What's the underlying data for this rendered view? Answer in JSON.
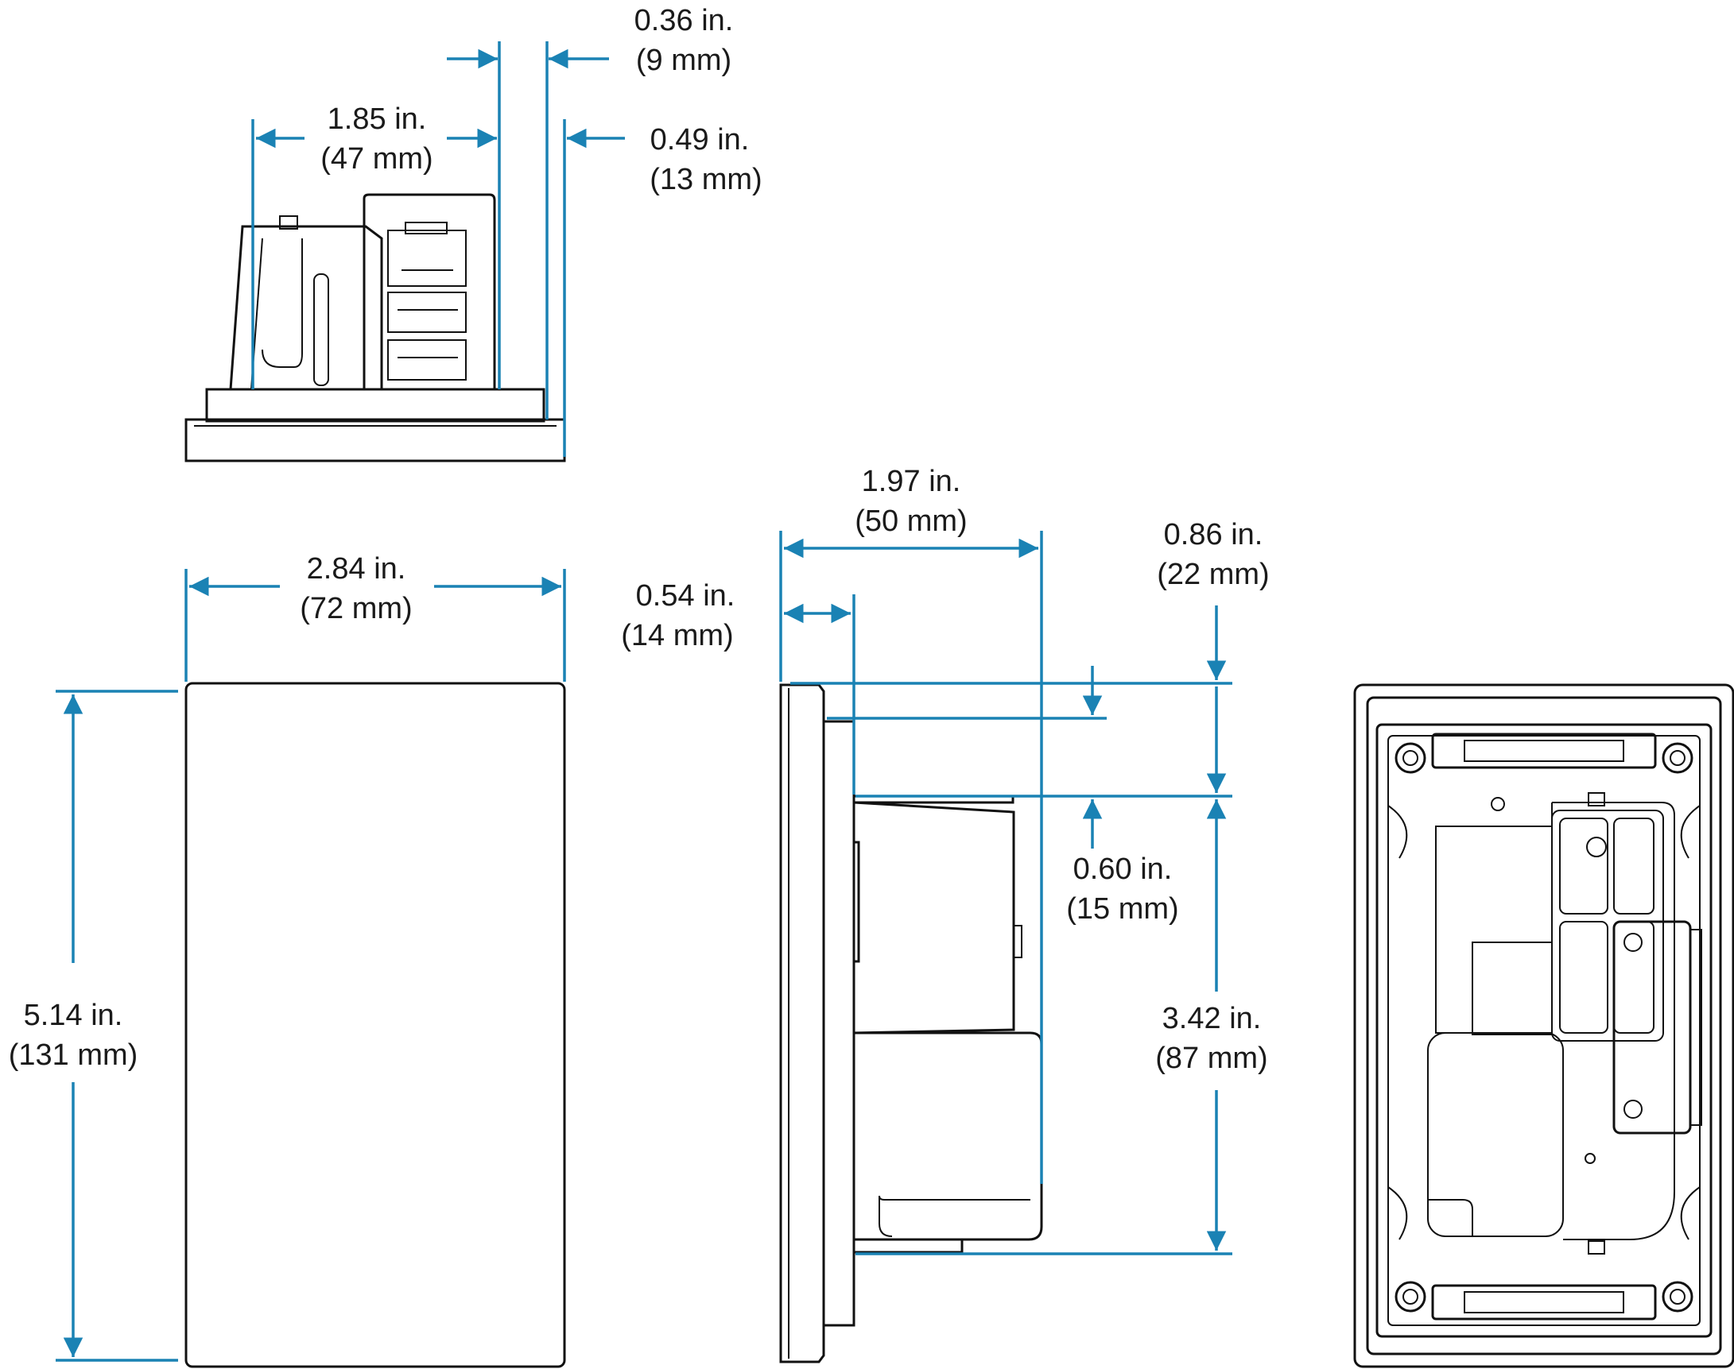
{
  "dimensions": {
    "top_depth_total": {
      "in": "0.36 in.",
      "mm": "(9 mm)"
    },
    "top_body": {
      "in": "1.85 in.",
      "mm": "(47 mm)"
    },
    "top_bezel": {
      "in": "0.49 in.",
      "mm": "(13 mm)"
    },
    "front_width": {
      "in": "2.84 in.",
      "mm": "(72 mm)"
    },
    "front_height": {
      "in": "5.14 in.",
      "mm": "(131 mm)"
    },
    "side_depth": {
      "in": "1.97 in.",
      "mm": "(50 mm)"
    },
    "side_plate": {
      "in": "0.54 in.",
      "mm": "(14 mm)"
    },
    "side_top_offset": {
      "in": "0.86 in.",
      "mm": "(22 mm)"
    },
    "side_step": {
      "in": "0.60 in.",
      "mm": "(15 mm)"
    },
    "side_body_height": {
      "in": "3.42 in.",
      "mm": "(87 mm)"
    }
  },
  "colors": {
    "dimension_line": "#1a82b4",
    "outline": "#111111",
    "text": "#1a1a1a"
  }
}
